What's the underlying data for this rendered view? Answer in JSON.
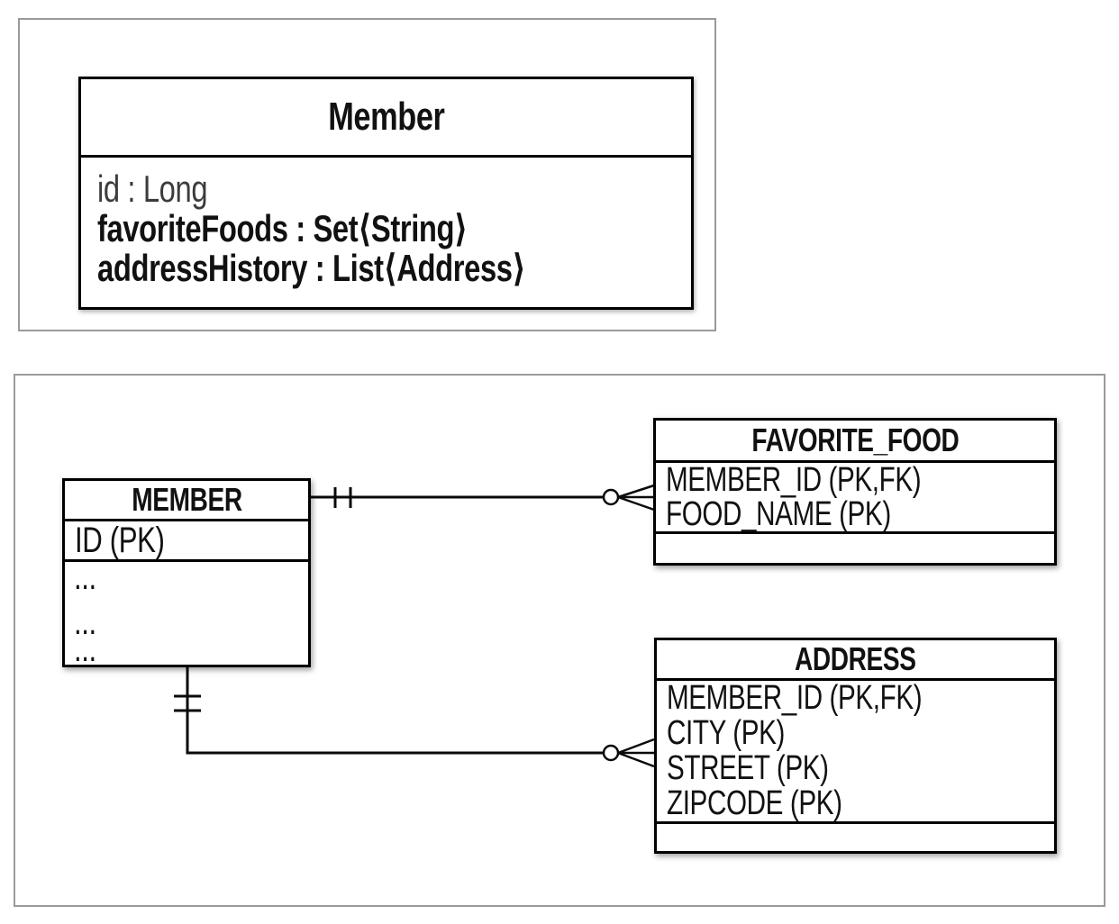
{
  "uml_panel": {
    "class": {
      "title": "Member",
      "attributes": [
        {
          "text": "id : Long",
          "weight": "normal"
        },
        {
          "text": "favoriteFoods : Set⟨String⟩",
          "weight": "bold"
        },
        {
          "text": "addressHistory : List⟨Address⟩",
          "weight": "bold"
        }
      ]
    }
  },
  "erd_panel": {
    "tables": {
      "member": {
        "title": "MEMBER",
        "rows": [
          "ID (PK)"
        ],
        "ellipsis_rows": [
          "...",
          "...",
          "..."
        ]
      },
      "favorite_food": {
        "title": "FAVORITE_FOOD",
        "rows": [
          "MEMBER_ID (PK,FK)",
          "FOOD_NAME (PK)"
        ]
      },
      "address": {
        "title": "ADDRESS",
        "rows": [
          "MEMBER_ID (PK,FK)",
          "CITY (PK)",
          "STREET (PK)",
          "ZIPCODE (PK)"
        ]
      }
    },
    "relationships": [
      {
        "from": "MEMBER",
        "to": "FAVORITE_FOOD",
        "from_cardinality": "exactly-one",
        "to_cardinality": "zero-or-many"
      },
      {
        "from": "MEMBER",
        "to": "ADDRESS",
        "from_cardinality": "exactly-one",
        "to_cardinality": "zero-or-many"
      }
    ]
  },
  "colors": {
    "panel_border": "#9a9a9a",
    "box_border": "#000000",
    "line": "#0a0a0a",
    "text": "#111111",
    "muted_text": "#3c3c3c"
  }
}
